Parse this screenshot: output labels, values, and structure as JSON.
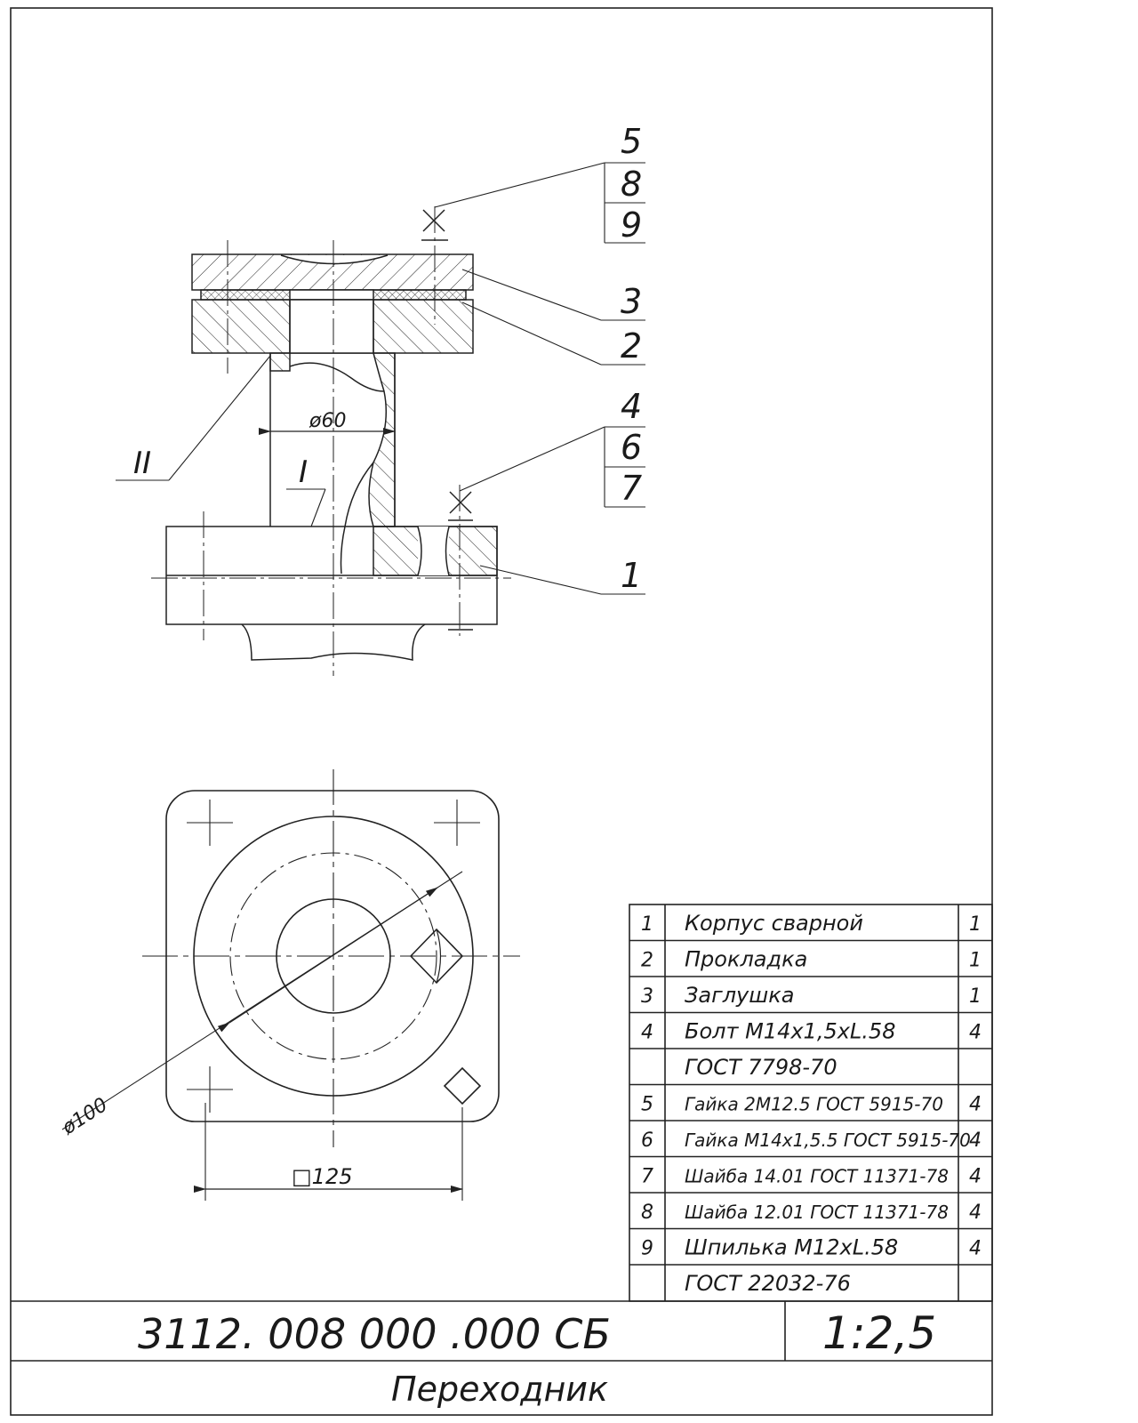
{
  "drawing": {
    "designation": "3112. 008 000 .000 СБ",
    "scale": "1:2,5",
    "title": "Переходник"
  },
  "callouts": {
    "nut_group_top": [
      "5",
      "8",
      "9"
    ],
    "bolt_group": [
      "4",
      "6",
      "7"
    ],
    "part_3": "3",
    "part_2": "2",
    "part_1": "1",
    "view_I": "I",
    "view_II": "II"
  },
  "dimensions": {
    "bore": "ø60",
    "bolt_circle": "ø100",
    "square": "□125"
  },
  "parts_list": [
    {
      "pos": "1",
      "name": "Корпус сварной",
      "qty": "1"
    },
    {
      "pos": "2",
      "name": "Прокладка",
      "qty": "1"
    },
    {
      "pos": "3",
      "name": "Заглушка",
      "qty": "1"
    },
    {
      "pos": "4",
      "name": "Болт М14х1,5хL.58",
      "qty": "4"
    },
    {
      "pos": "",
      "name": "ГОСТ 7798-70",
      "qty": ""
    },
    {
      "pos": "5",
      "name": "Гайка 2М12.5 ГОСТ 5915-70",
      "qty": "4"
    },
    {
      "pos": "6",
      "name": "Гайка М14х1,5.5 ГОСТ 5915-70",
      "qty": "4"
    },
    {
      "pos": "7",
      "name": "Шайба 14.01 ГОСТ 11371-78",
      "qty": "4"
    },
    {
      "pos": "8",
      "name": "Шайба 12.01 ГОСТ 11371-78",
      "qty": "4"
    },
    {
      "pos": "9",
      "name": "Шпилька М12хL.58",
      "qty": "4"
    },
    {
      "pos": "",
      "name": "ГОСТ 22032-76",
      "qty": ""
    }
  ]
}
